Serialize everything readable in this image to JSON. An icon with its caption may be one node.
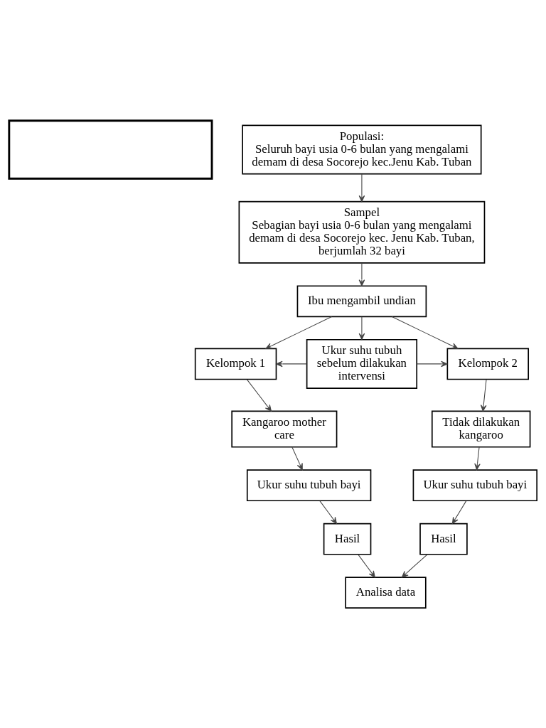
{
  "diagram": {
    "nodes": [
      {
        "text": [],
        "shape": "box"
      },
      {
        "text": [
          "Populasi:",
          "Seluruh bayi usia 0-6 bulan yang mengalami demam di desa Socorejo kec.Jenu Kab. Tuban"
        ]
      },
      {
        "text": [
          "Sampel",
          "Sebagian bayi usia 0-6 bulan yang mengalami demam di desa Socorejo kec. Jenu Kab. Tuban, berjumlah 32 bayi"
        ]
      },
      {
        "text": [
          "Ibu mengambil undian"
        ]
      },
      {
        "text": [
          "Kelompok 1"
        ]
      },
      {
        "text": [
          "Ukur suhu tubuh sebelum dilakukan intervensi"
        ]
      },
      {
        "text": [
          "Kelompok 2"
        ]
      },
      {
        "text": [
          "Kangaroo mother care"
        ]
      },
      {
        "text": [
          "Tidak dilakukan kangaroo"
        ]
      },
      {
        "text": [
          "Ukur suhu tubuh bayi"
        ]
      },
      {
        "text": [
          "Ukur suhu tubuh bayi"
        ]
      },
      {
        "text": [
          "Hasil"
        ]
      },
      {
        "text": [
          "Hasil"
        ]
      },
      {
        "text": [
          "Analisa data"
        ]
      }
    ],
    "edges": [
      {
        "from": 1,
        "to": 2,
        "arrow": "to"
      },
      {
        "from": 2,
        "to": 3,
        "arrow": "to"
      },
      {
        "from": 3,
        "to": 4,
        "arrow": "to"
      },
      {
        "from": 3,
        "to": 5,
        "arrow": "to"
      },
      {
        "from": 3,
        "to": 6,
        "arrow": "to"
      },
      {
        "from": 5,
        "to": 4,
        "arrow": "to"
      },
      {
        "from": 5,
        "to": 6,
        "arrow": "to"
      },
      {
        "from": 4,
        "to": 7,
        "arrow": "to"
      },
      {
        "from": 6,
        "to": 8,
        "arrow": "to"
      },
      {
        "from": 7,
        "to": 9,
        "arrow": "to"
      },
      {
        "from": 8,
        "to": 10,
        "arrow": "to"
      },
      {
        "from": 9,
        "to": 11,
        "arrow": "to"
      },
      {
        "from": 10,
        "to": 12,
        "arrow": "to"
      },
      {
        "from": 11,
        "to": 13,
        "arrow": "to"
      },
      {
        "from": 12,
        "to": 13,
        "arrow": "to"
      }
    ]
  }
}
